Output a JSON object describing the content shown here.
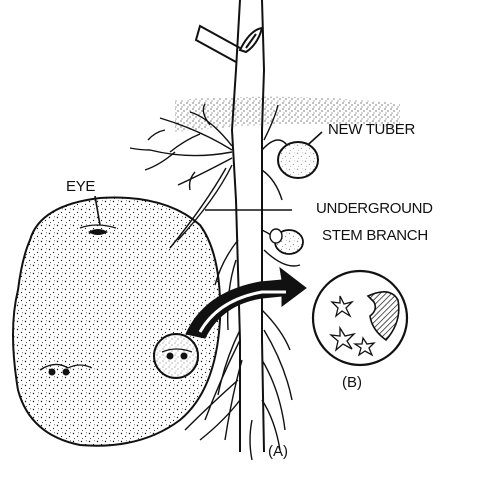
{
  "labels": {
    "new_tuber": "NEW TUBER",
    "eye": "EYE",
    "underground_line1": "UNDERGROUND",
    "underground_line2": "STEM BRANCH",
    "label_a": "(A)",
    "label_b": "(B)"
  },
  "colors": {
    "ink": "#111111",
    "background": "#ffffff"
  }
}
